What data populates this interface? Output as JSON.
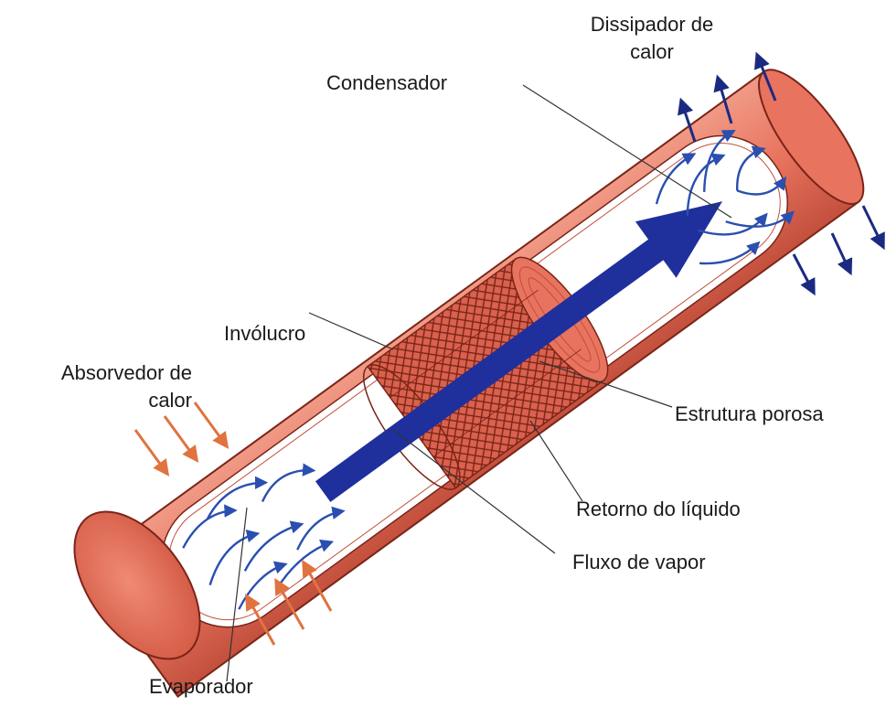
{
  "labels": {
    "dissipador_line1": "Dissipador de",
    "dissipador_line2": "calor",
    "condensador": "Condensador",
    "involucro": "Invólucro",
    "absorvedor_line1": "Absorvedor de",
    "absorvedor_line2": "calor",
    "estrutura_porosa": "Estrutura porosa",
    "retorno_liquido": "Retorno do líquido",
    "fluxo_vapor": "Fluxo de vapor",
    "evaporador": "Evaporador"
  },
  "colors": {
    "shell": "#e8735e",
    "shell_dark": "#c2503d",
    "shell_edge": "#7a2418",
    "vapor_arrow": "#1f2f9c",
    "heat_in_arrow": "#e0733f",
    "heat_out_arrow": "#1b2a80",
    "flow_arrow": "#2a4fb0"
  }
}
